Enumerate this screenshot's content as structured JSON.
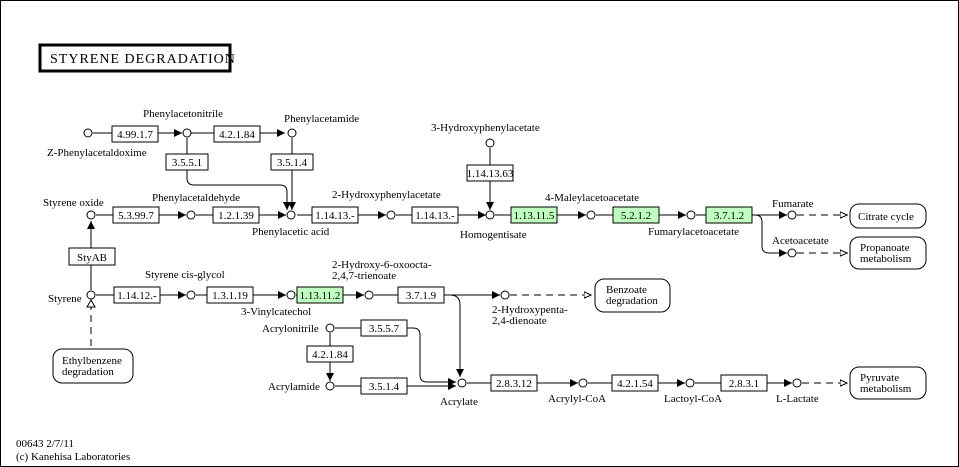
{
  "title": "STYRENE DEGRADATION",
  "footer": {
    "line1": "00643 2/7/11",
    "line2": "(c) Kanehisa Laboratories"
  },
  "colors": {
    "highlight": "#bfffbf",
    "line": "#000000",
    "background": "#ffffff"
  },
  "compounds": {
    "z_phenylacetaldoxime": "Z-Phenylacetaldoxime",
    "phenylacetonitrile": "Phenylacetonitrile",
    "phenylacetamide": "Phenylacetamide",
    "styrene_oxide": "Styrene oxide",
    "phenylacetaldehyde": "Phenylacetaldehyde",
    "phenylacetic_acid": "Phenylacetic acid",
    "hydroxyphenylacetate_2": "2-Hydroxyphenylacetate",
    "hydroxyphenylacetate_3": "3-Hydroxyphenylacetate",
    "homogentisate": "Homogentisate",
    "maleylacetoacetate": "4-Maleylacetoacetate",
    "fumarylacetoacetate": "Fumarylacetoacetate",
    "fumarate": "Fumarate",
    "acetoacetate": "Acetoacetate",
    "styrene": "Styrene",
    "styrene_cis_glycol": "Styrene cis-glycol",
    "vinylcatechol": "3-Vinylcatechol",
    "hot_line1": "2-Hydroxy-6-oxoocta-",
    "hot_line2": "2,4,7-trienoate",
    "hpd_line1": "2-Hydroxypenta-",
    "hpd_line2": "2,4-dienoate",
    "acrylonitrile": "Acrylonitrile",
    "acrylamide": "Acrylamide",
    "acrylate": "Acrylate",
    "acrylyl_coa": "Acrylyl-CoA",
    "lactoyl_coa": "Lactoyl-CoA",
    "l_lactate": "L-Lactate"
  },
  "enzymes": {
    "e4_99_1_7": {
      "label": "4.99.1.7",
      "highlighted": false
    },
    "e4_2_1_84a": {
      "label": "4.2.1.84",
      "highlighted": false
    },
    "e3_5_5_1": {
      "label": "3.5.5.1",
      "highlighted": false
    },
    "e3_5_1_4a": {
      "label": "3.5.1.4",
      "highlighted": false
    },
    "e5_3_99_7": {
      "label": "5.3.99.7",
      "highlighted": false
    },
    "e1_2_1_39": {
      "label": "1.2.1.39",
      "highlighted": false
    },
    "e1_14_13a": {
      "label": "1.14.13.-",
      "highlighted": false
    },
    "e1_14_13b": {
      "label": "1.14.13.-",
      "highlighted": false
    },
    "e1_14_13_63": {
      "label": "1.14.13.63",
      "highlighted": false
    },
    "e1_13_11_5": {
      "label": "1.13.11.5",
      "highlighted": true
    },
    "e5_2_1_2": {
      "label": "5.2.1.2",
      "highlighted": true
    },
    "e3_7_1_2": {
      "label": "3.7.1.2",
      "highlighted": true
    },
    "styab": {
      "label": "StyAB",
      "highlighted": false
    },
    "e1_14_12": {
      "label": "1.14.12.-",
      "highlighted": false
    },
    "e1_3_1_19": {
      "label": "1.3.1.19",
      "highlighted": false
    },
    "e1_13_11_2": {
      "label": "1.13.11.2",
      "highlighted": true
    },
    "e3_7_1_9": {
      "label": "3.7.1.9",
      "highlighted": false
    },
    "e3_5_5_7": {
      "label": "3.5.5.7",
      "highlighted": false
    },
    "e4_2_1_84b": {
      "label": "4.2.1.84",
      "highlighted": false
    },
    "e3_5_1_4b": {
      "label": "3.5.1.4",
      "highlighted": false
    },
    "e2_8_3_12": {
      "label": "2.8.3.12",
      "highlighted": false
    },
    "e4_2_1_54": {
      "label": "4.2.1.54",
      "highlighted": false
    },
    "e2_8_3_1": {
      "label": "2.8.3.1",
      "highlighted": false
    }
  },
  "maps": {
    "citrate_cycle": [
      "Citrate cycle"
    ],
    "propanoate": [
      "Propanoate",
      "metabolism"
    ],
    "benzoate": [
      "Benzoate",
      "degradation"
    ],
    "ethylbenzene": [
      "Ethylbenzene",
      "degradation"
    ],
    "pyruvate": [
      "Pyruvate",
      "metabolism"
    ]
  }
}
